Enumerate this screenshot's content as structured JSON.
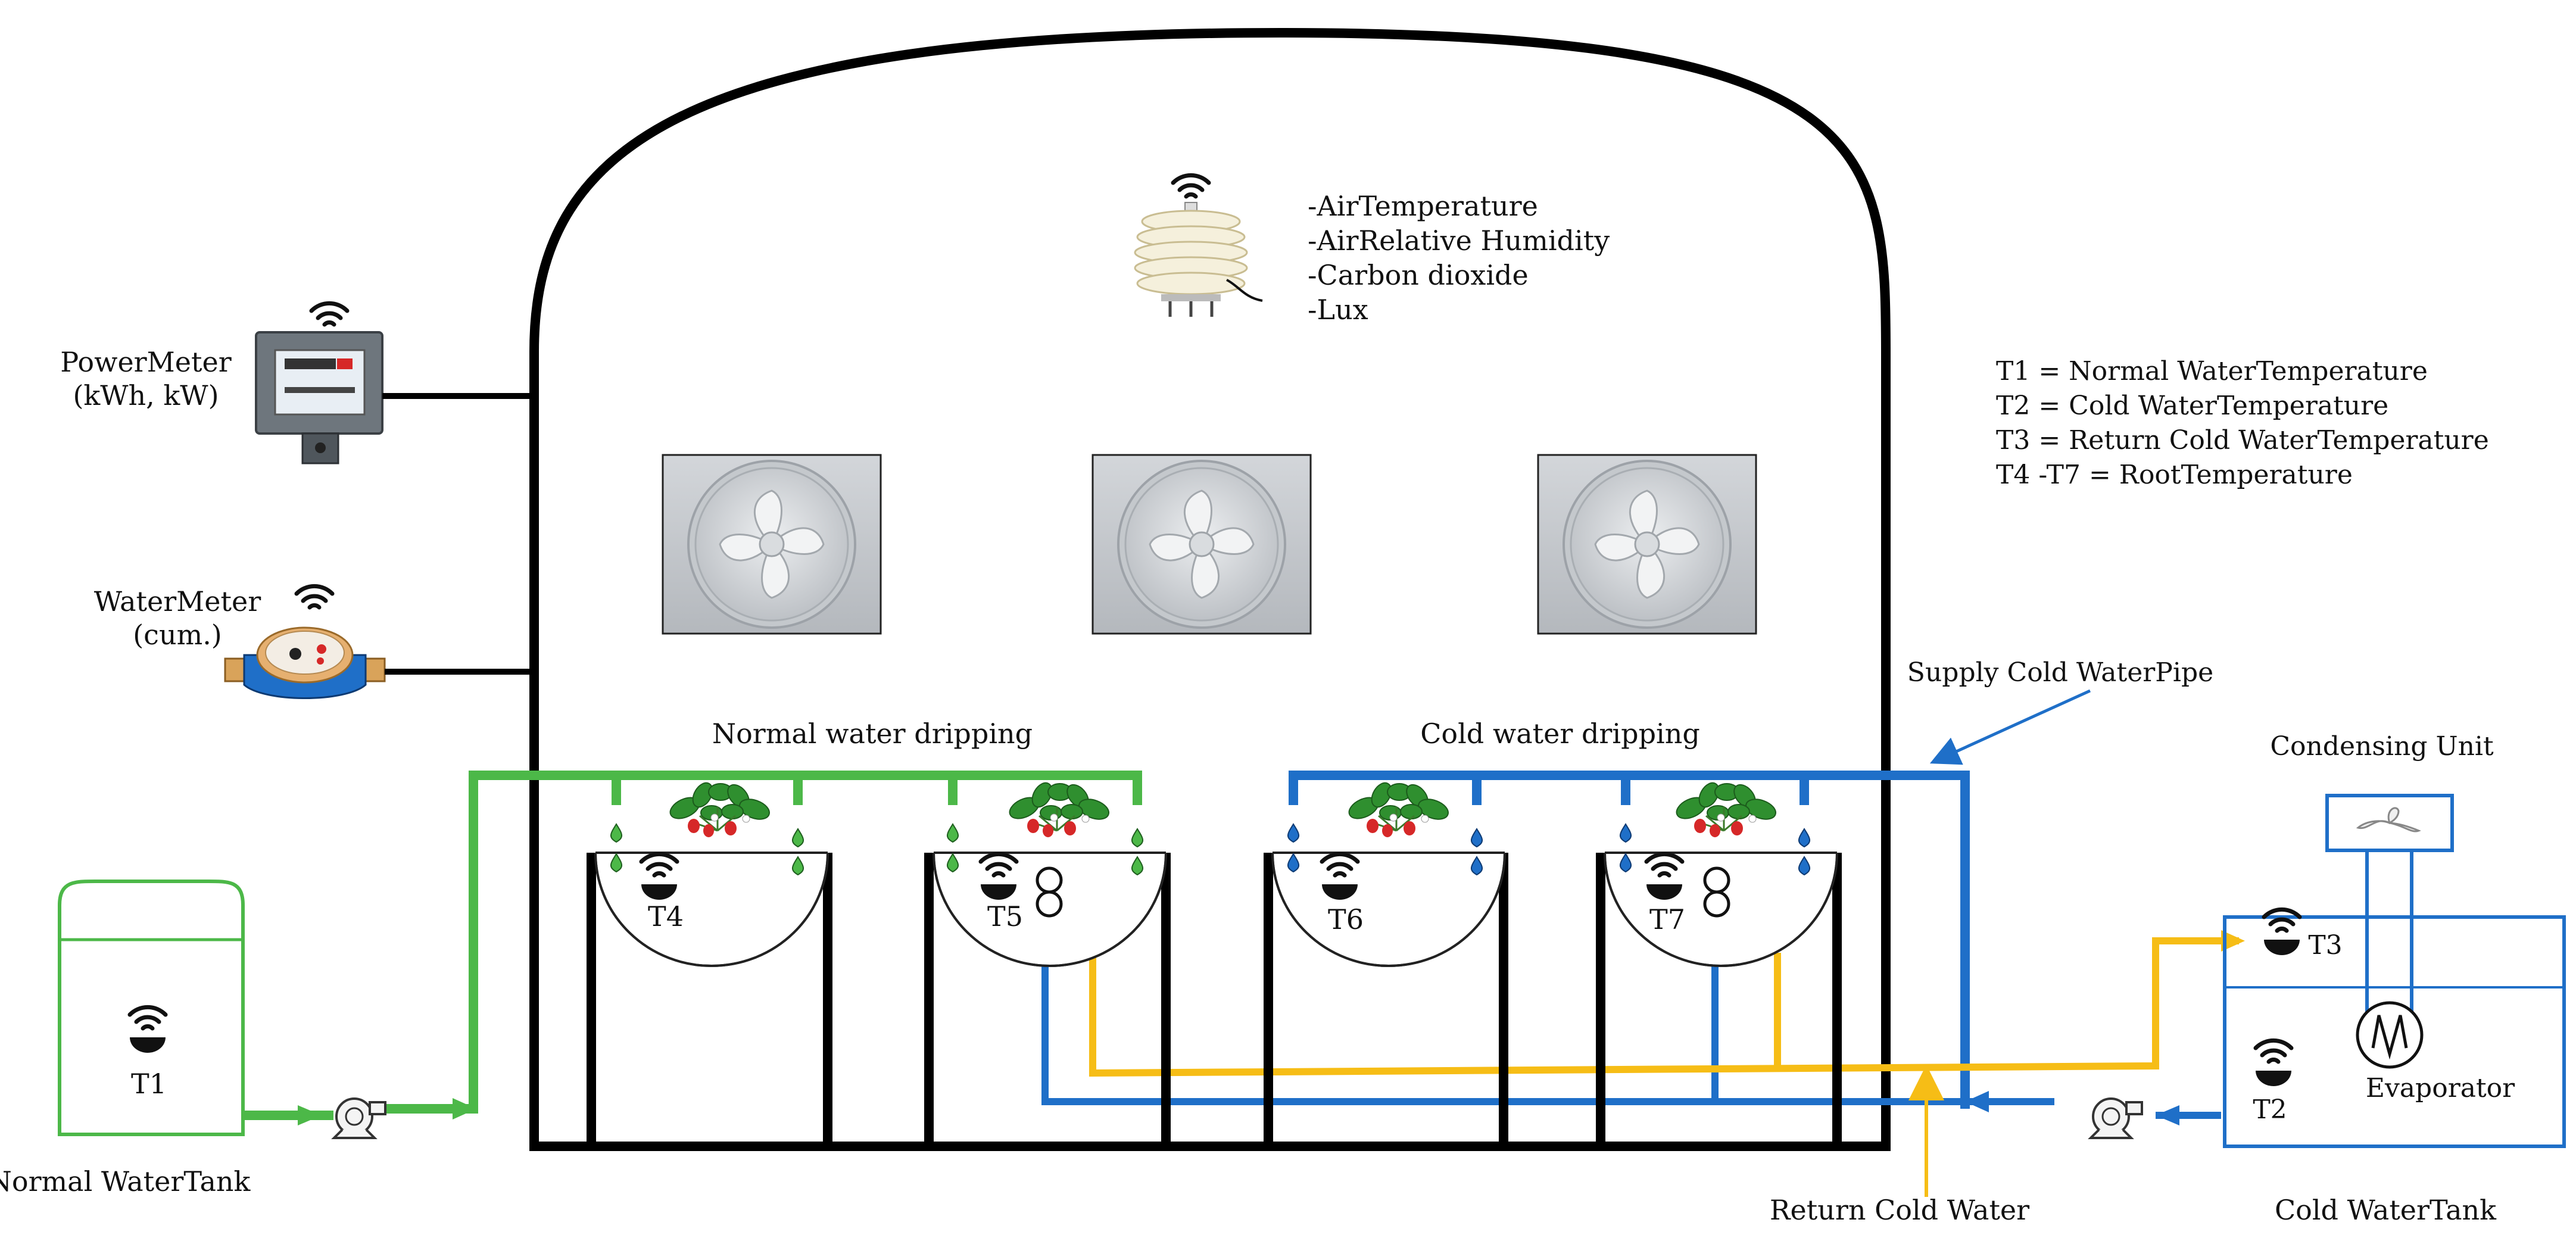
{
  "power_meter": {
    "label_line1": "PowerMeter",
    "label_line2": "(kWh, kW)"
  },
  "water_meter": {
    "label_line1": "WaterMeter",
    "label_line2": "(cum.)"
  },
  "air_sensor": {
    "items": [
      "-AirTemperature",
      "-AirRelative Humidity",
      "-Carbon dioxide",
      "-Lux"
    ]
  },
  "legend": {
    "lines": [
      "T1 = Normal WaterTemperature",
      "T2 = Cold WaterTemperature",
      "T3 = Return Cold WaterTemperature",
      "T4  -T7 = RootTemperature"
    ]
  },
  "labels": {
    "normal_dripping": "Normal water dripping",
    "cold_dripping": "Cold water dripping",
    "supply_pipe": "Supply Cold WaterPipe",
    "condensing_unit": "Condensing Unit",
    "evaporator": "Evaporator",
    "normal_tank": "Normal WaterTank",
    "cold_tank": "Cold WaterTank",
    "return_cold_water": "Return Cold Water"
  },
  "sensors": {
    "t1": "T1",
    "t2": "T2",
    "t3": "T3",
    "t4": "T4",
    "t5": "T5",
    "t6": "T6",
    "t7": "T7"
  },
  "colors": {
    "normal_pipe": "#4cb848",
    "cold_pipe": "#1f6fc8",
    "return_pipe": "#f6bd16",
    "frame": "#000000"
  }
}
